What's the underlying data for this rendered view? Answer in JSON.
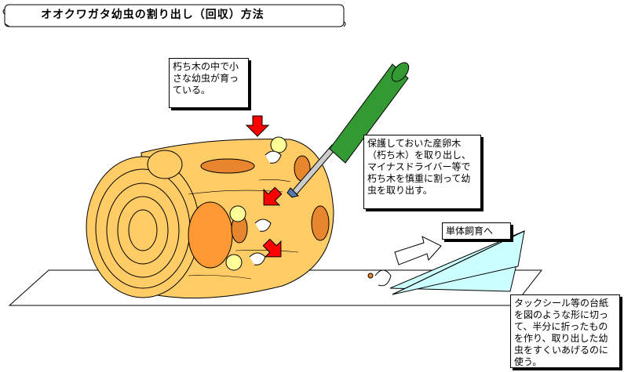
{
  "title": "オオクワガタ幼虫の割り出し（回収）方法",
  "labels": {
    "rotten_wood": "朽ち木の中で小さな幼虫が育っている。",
    "procedure": "保護しておいた産卵木（朽ち木）を取り出し、マイナスドライバー等で朽ち木を慎重に割って幼虫を取り出す。",
    "individual_rearing": "単体飼育へ",
    "paper_tool": "タックシール等の台紙を図のような形に切って、半分に折ったものを作り、取り出した幼虫をすくいあげるのに使う。"
  },
  "colors": {
    "wood": "#ffcc66",
    "wood_dark": "#ff9933",
    "hole": "#e8862e",
    "driver_handle": "#339933",
    "arrow_red": "#ff0000",
    "paper": "#ccffff"
  }
}
